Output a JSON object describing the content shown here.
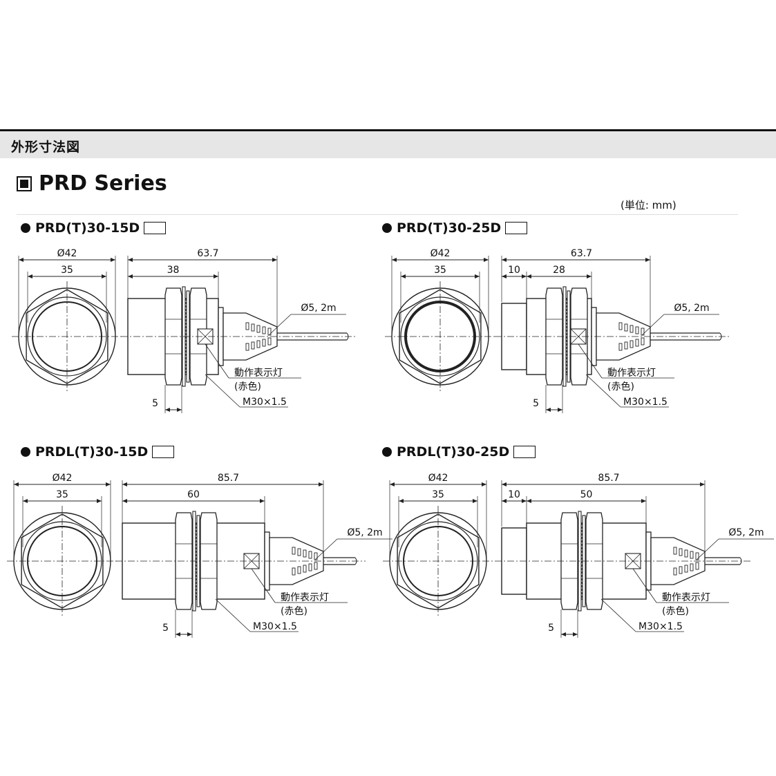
{
  "header": {
    "title": "外形寸法図"
  },
  "series": {
    "title": "PRD Series"
  },
  "unit": "(単位: mm)",
  "views": [
    {
      "model": "PRD(T)30-15D",
      "dim_outer": "Ø42",
      "dim_inner": "35",
      "dim_total": "63.7",
      "dim_body": "38",
      "dim_offset": "",
      "dim_nut": "5",
      "cable": "Ø5, 2m",
      "led": "動作表示灯",
      "led_color": "(赤色)",
      "thread": "M30×1.5"
    },
    {
      "model": "PRD(T)30-25D",
      "dim_outer": "Ø42",
      "dim_inner": "35",
      "dim_total": "63.7",
      "dim_body": "28",
      "dim_offset": "10",
      "dim_nut": "5",
      "cable": "Ø5, 2m",
      "led": "動作表示灯",
      "led_color": "(赤色)",
      "thread": "M30×1.5"
    },
    {
      "model": "PRDL(T)30-15D",
      "dim_outer": "Ø42",
      "dim_inner": "35",
      "dim_total": "85.7",
      "dim_body": "60",
      "dim_offset": "",
      "dim_nut": "5",
      "cable": "Ø5, 2m",
      "led": "動作表示灯",
      "led_color": "(赤色)",
      "thread": "M30×1.5"
    },
    {
      "model": "PRDL(T)30-25D",
      "dim_outer": "Ø42",
      "dim_inner": "35",
      "dim_total": "85.7",
      "dim_body": "50",
      "dim_offset": "10",
      "dim_nut": "5",
      "cable": "Ø5, 2m",
      "led": "動作表示灯",
      "led_color": "(赤色)",
      "thread": "M30×1.5"
    }
  ]
}
